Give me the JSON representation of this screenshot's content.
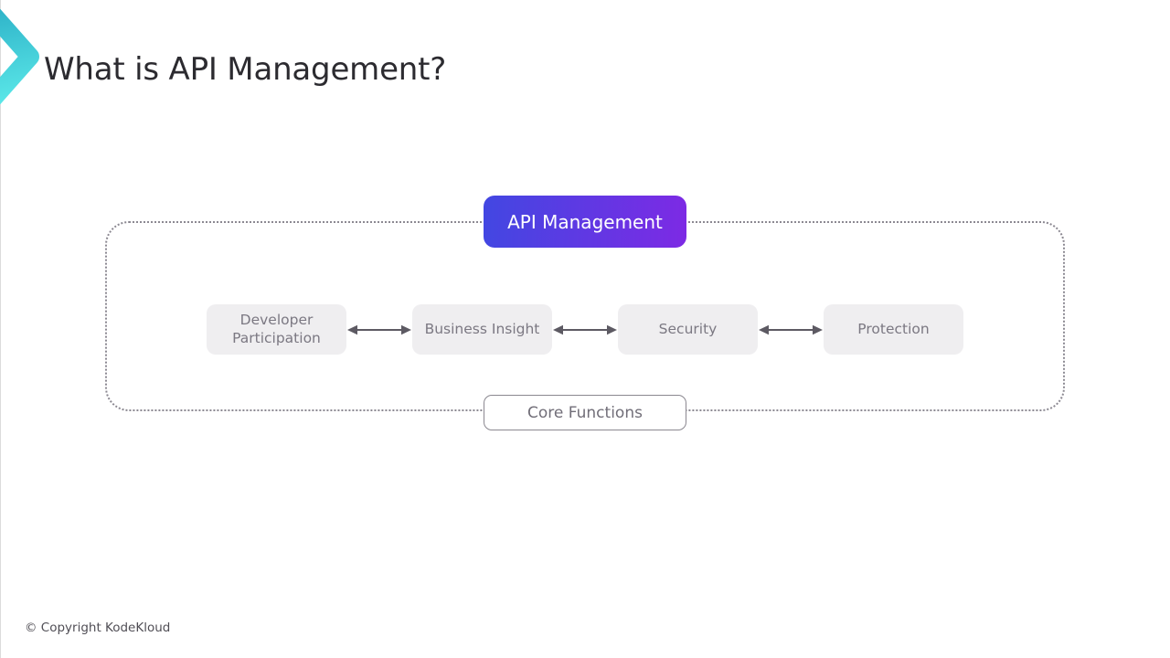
{
  "slide": {
    "title": "What is API Management?"
  },
  "diagram": {
    "header": {
      "label": "API Management"
    },
    "footer": {
      "label": "Core Functions"
    },
    "nodes": [
      {
        "label": "Developer Participation"
      },
      {
        "label": "Business Insight"
      },
      {
        "label": "Security"
      },
      {
        "label": "Protection"
      }
    ]
  },
  "page_footer": {
    "copyright": "© Copyright KodeKloud"
  },
  "colors": {
    "pill_gradient_from": "#4247e2",
    "pill_gradient_to": "#7d2ae4",
    "logo_gradient_top": "#2fb4c9",
    "logo_gradient_bottom": "#5ce9e9",
    "node_bg": "#efeef0",
    "node_text": "#7b7882",
    "arrow": "#5d5a63",
    "frame_border": "#8c8992",
    "title_text": "#2c2b30"
  }
}
